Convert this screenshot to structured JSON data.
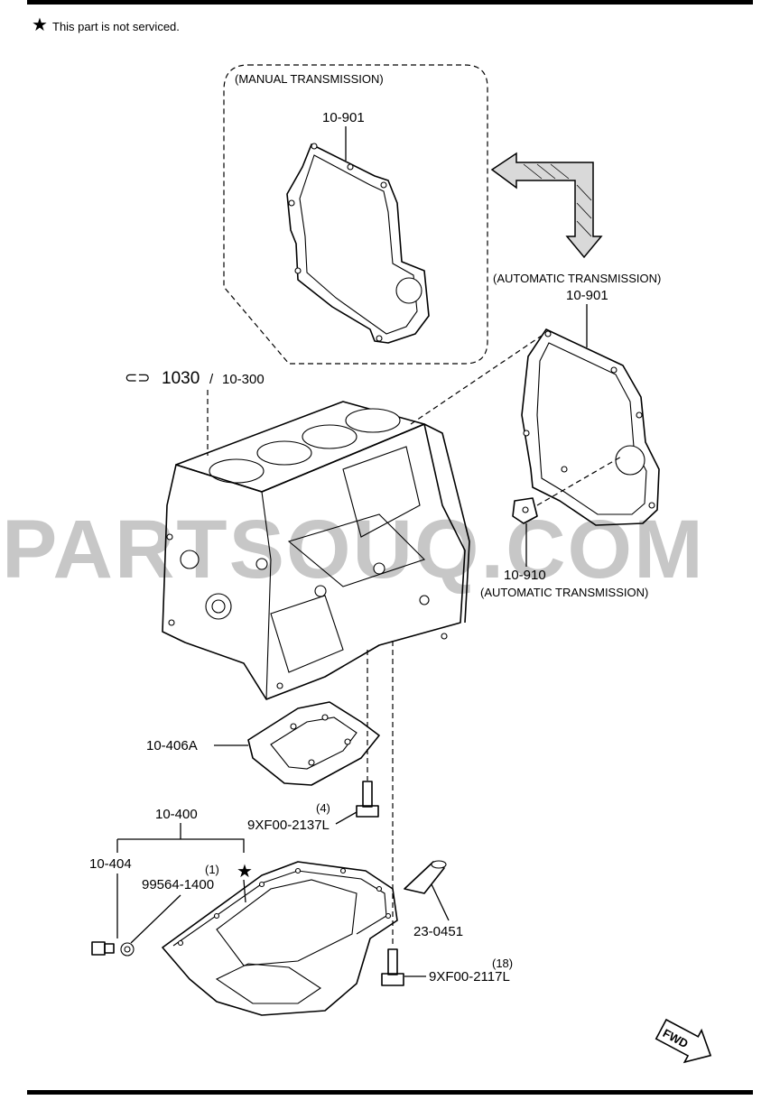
{
  "legend": {
    "star_glyph": "★",
    "note": "This part is not serviced."
  },
  "watermark": "PARTSOUQ.COM",
  "callouts": {
    "manual_box_title": "(MANUAL TRANSMISSION)",
    "manual_plate": "10-901",
    "auto_title": "(AUTOMATIC TRANSMISSION)",
    "auto_plate": "10-901",
    "block_main": "1030",
    "block_sep": "/",
    "block_sub": "10-300",
    "auto_bracket": "10-910",
    "auto_bracket_title": "(AUTOMATIC TRANSMISSION)",
    "baffle": "10-406A",
    "bolt_qty_a": "(4)",
    "bolt_a": "9XF00-2137L",
    "oil_pan": "10-400",
    "drain_plug": "10-404",
    "gasket_qty": "(1)",
    "gasket": "99564-1400",
    "not_serviced_mark": "★",
    "dipstick_tube": "23-0451",
    "bolt_qty_b": "(18)",
    "bolt_b": "9XF00-2117L",
    "fwd": "FWD"
  }
}
